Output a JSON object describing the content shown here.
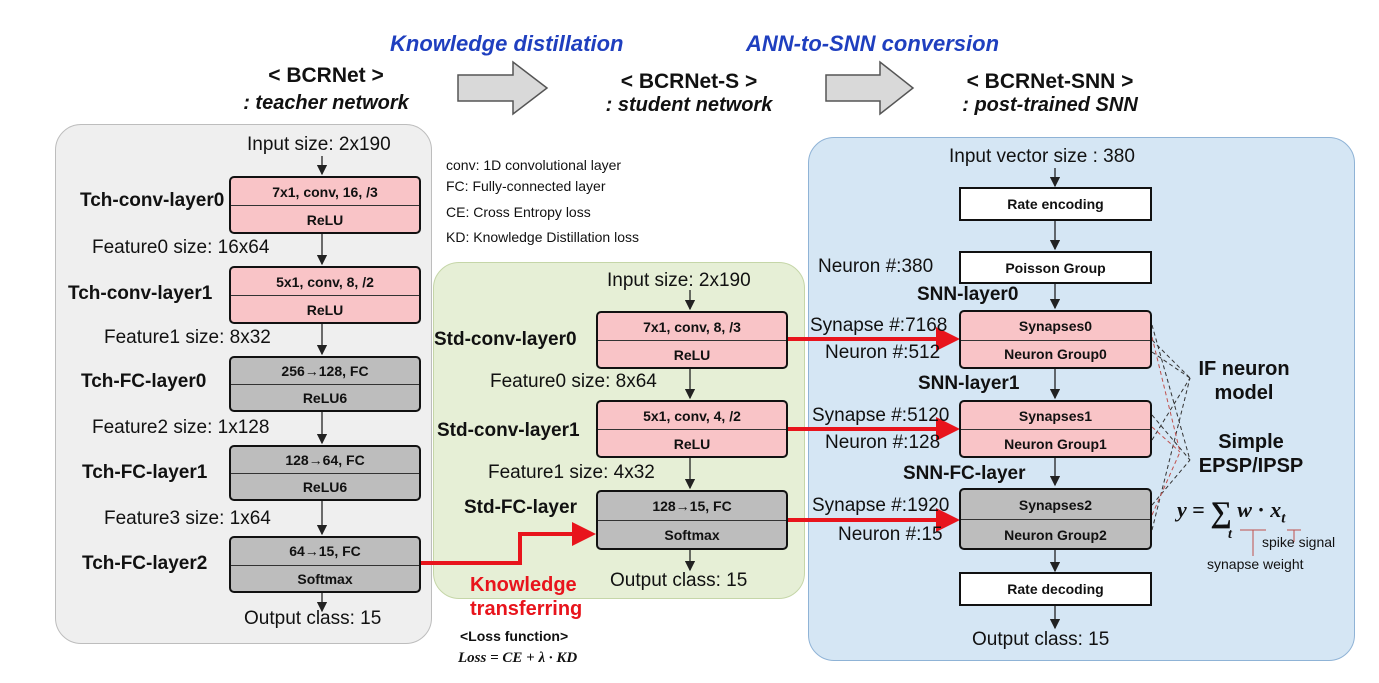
{
  "header": {
    "kd_title": "Knowledge distillation",
    "conv_title": "ANN-to-SNN conversion",
    "teacher_name": "< BCRNet >",
    "teacher_sub_prefix": ": ",
    "teacher_sub": "teacher network",
    "student_name": "< BCRNet-S >",
    "student_sub_prefix": ": ",
    "student_sub": "student network",
    "snn_name": "< BCRNet-SNN >",
    "snn_sub_prefix": ": ",
    "snn_sub": "post-trained SNN"
  },
  "teacher": {
    "input_size": "Input size: 2x190",
    "layers": [
      {
        "name": "Tch-conv-layer0",
        "op": "7x1, conv, 16, /3",
        "act": "ReLU"
      },
      {
        "name": "Tch-conv-layer1",
        "op": "5x1, conv, 8, /2",
        "act": "ReLU"
      },
      {
        "name": "Tch-FC-layer0",
        "op": "256→128, FC",
        "act": "ReLU6"
      },
      {
        "name": "Tch-FC-layer1",
        "op": "128→64, FC",
        "act": "ReLU6"
      },
      {
        "name": "Tch-FC-layer2",
        "op": "64→15, FC",
        "act": "Softmax"
      }
    ],
    "features": [
      "Feature0 size: 16x64",
      "Feature1 size: 8x32",
      "Feature2 size: 1x128",
      "Feature3 size: 1x64"
    ],
    "output": "Output class: 15"
  },
  "legend": [
    "conv: 1D convolutional layer",
    "FC: Fully-connected layer",
    "CE: Cross Entropy loss",
    "KD: Knowledge Distillation loss"
  ],
  "student": {
    "input_size": "Input size: 2x190",
    "layers": [
      {
        "name": "Std-conv-layer0",
        "op": "7x1, conv, 8, /3",
        "act": "ReLU"
      },
      {
        "name": "Std-conv-layer1",
        "op": "5x1, conv, 4, /2",
        "act": "ReLU"
      },
      {
        "name": "Std-FC-layer",
        "op": "128→15, FC",
        "act": "Softmax"
      }
    ],
    "features": [
      "Feature0 size: 8x64",
      "Feature1 size: 4x32"
    ],
    "output": "Output class: 15"
  },
  "transfer": {
    "line1": "Knowledge",
    "line2": "transferring",
    "loss_label": "<Loss function>",
    "loss_formula": "Loss = CE + λ · KD"
  },
  "snn": {
    "input_size": "Input vector size : 380",
    "rate_encoding": "Rate encoding",
    "poisson_neurons": "Neuron #:380",
    "poisson_group": "Poisson Group",
    "layers": [
      {
        "name": "SNN-layer0",
        "syn": "Synapses0",
        "grp": "Neuron Group0",
        "syn_count": "Synapse #:7168",
        "neuron_count": "Neuron #:512"
      },
      {
        "name": "SNN-layer1",
        "syn": "Synapses1",
        "grp": "Neuron Group1",
        "syn_count": "Synapse #:5120",
        "neuron_count": "Neuron #:128"
      },
      {
        "name": "SNN-FC-layer",
        "syn": "Synapses2",
        "grp": "Neuron Group2",
        "syn_count": "Synapse #:1920",
        "neuron_count": "Neuron #:15"
      }
    ],
    "rate_decoding": "Rate decoding",
    "output": "Output class: 15"
  },
  "annotations": {
    "if_line1": "IF neuron",
    "if_line2": "model",
    "epsp_line1": "Simple",
    "epsp_line2": "EPSP/IPSP",
    "eq_y": "y",
    "eq_eq": "=",
    "eq_sum": "∑",
    "eq_t": "t",
    "eq_w": "w",
    "eq_dot": "·",
    "eq_x": "x",
    "eq_xsub": "t",
    "spike_signal": "spike signal",
    "synapse_weight": "synapse weight"
  },
  "colors": {
    "pink": "#f9c4c7",
    "gray": "#bdbdbd",
    "teacher_panel": "#efefef",
    "student_panel": "#e6efd6",
    "snn_panel": "#d5e6f4",
    "red_arrow": "#e8141c",
    "title_blue": "#1f3fbf"
  }
}
